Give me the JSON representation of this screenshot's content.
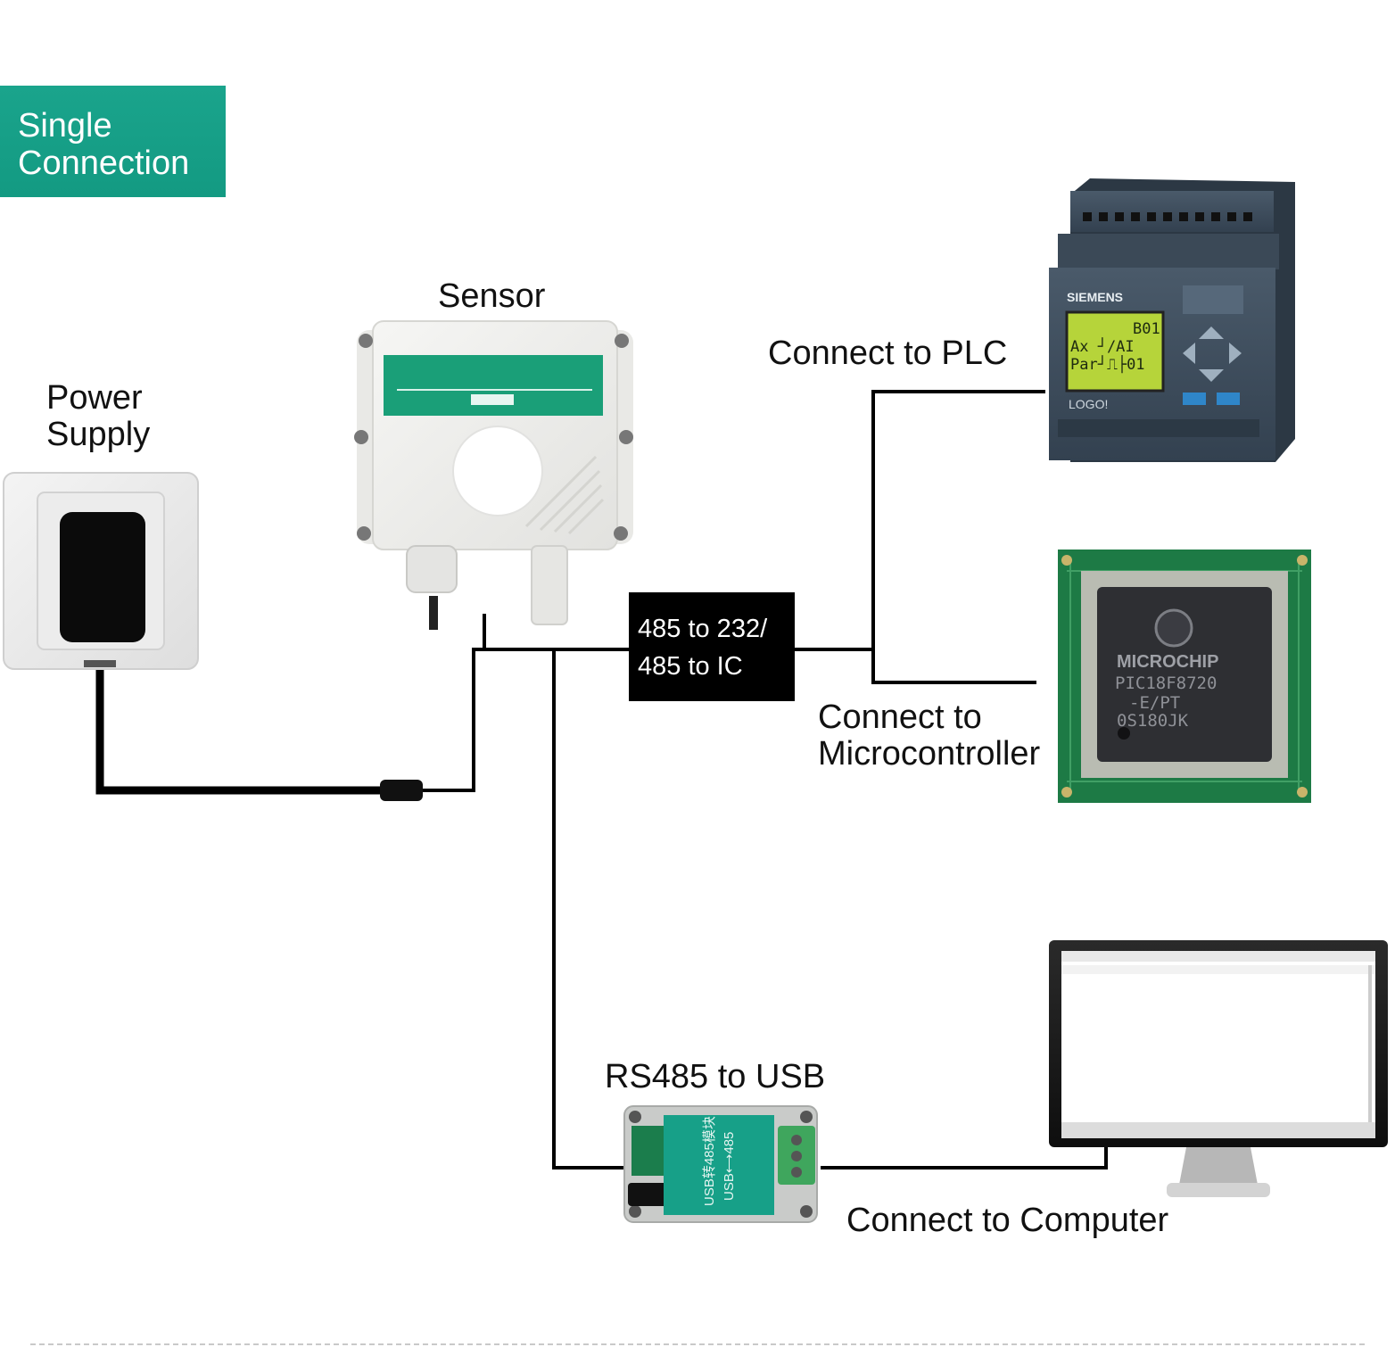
{
  "badge": {
    "line1": "Single",
    "line2": "Connection",
    "color": "#17a088"
  },
  "labels": {
    "sensor": "Sensor",
    "power_line1": "Power",
    "power_line2": "Supply",
    "plc": "Connect to PLC",
    "mcu_line1": "Connect to",
    "mcu_line2": "Microcontroller",
    "usb_module": "RS485 to USB",
    "computer": "Connect to Computer"
  },
  "converter": {
    "line1": "485 to 232/",
    "line2": "485 to IC"
  },
  "devices": {
    "plc_brand": "SIEMENS",
    "plc_model": "LOGO!",
    "plc_screen_lines": [
      "B01",
      "Ax ┘/AI",
      "Par┘⎍├01"
    ],
    "mcu_brand": "MICROCHIP",
    "mcu_part_line1": "PIC18F8720",
    "mcu_part_line2": "-E/PT",
    "mcu_part_line3": "0S180JK",
    "usb_module_text1": "USB转485模块",
    "usb_module_text2": "USB⟷485"
  },
  "colors": {
    "wire": "#000000",
    "teal": "#17a088",
    "plc_body": "#3e4d5c",
    "pcb_green": "#1d7a45"
  }
}
